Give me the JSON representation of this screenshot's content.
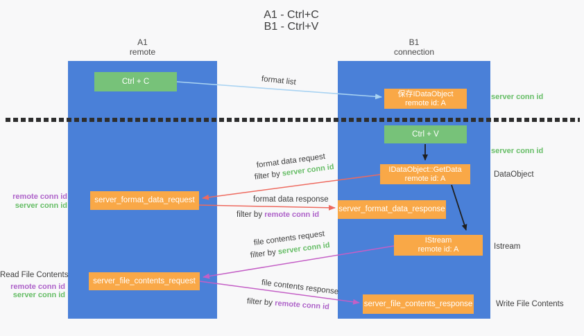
{
  "title": {
    "line1": "A1 - Ctrl+C",
    "line2": "B1 - Ctrl+V"
  },
  "lanes": {
    "left": {
      "name": "A1",
      "subtitle": "remote"
    },
    "right": {
      "name": "B1",
      "subtitle": "connection"
    }
  },
  "nodes": {
    "ctrl_c": "Ctrl + C",
    "ctrl_v": "Ctrl + V",
    "save_dataobject_line1": "保存IDataObject",
    "save_dataobject_line2": "remote id: A",
    "getdata_line1": "IDataObject::GetData",
    "getdata_line2": "remote id: A",
    "istream_line1": "IStream",
    "istream_line2": "remote id: A",
    "format_request": "server_format_data_request",
    "format_response": "server_format_data_response",
    "file_request": "server_file_contents_request",
    "file_response": "server_file_contents_response"
  },
  "arrow_labels": {
    "format_list": "format list",
    "format_data_request": "format data request",
    "format_data_response": "format data response",
    "file_contents_request": "file contents request",
    "file_contents_response": "file contents response",
    "filter_by": "filter by ",
    "server_conn_id": "server conn id",
    "remote_conn_id": "remote conn id"
  },
  "side_labels": {
    "server_conn_id_top": "server conn id",
    "server_conn_id_mid": "server conn id",
    "dataobject": "DataObject",
    "istream": "Istream",
    "write_file_contents": "Write File Contents",
    "read_file_contents": "Read File Contents",
    "remote_conn_id": "remote conn id",
    "server_conn_id": "server conn id"
  },
  "colors": {
    "bg": "#f8f8f9",
    "lane": "#4a80d8",
    "green": "#77c279",
    "orange": "#f9a847",
    "red": "#ee6a5f",
    "magenta": "#c45fc6",
    "blue_arrow": "#a9d3f2",
    "black_arrow": "#1f1f1f",
    "dotted": "#2e2e2e",
    "dark_text": "#3d3d3d",
    "green_text": "#66bd66",
    "purple_text": "#ae63c9",
    "header_text": "#474747",
    "box_text": "#ffffff"
  }
}
